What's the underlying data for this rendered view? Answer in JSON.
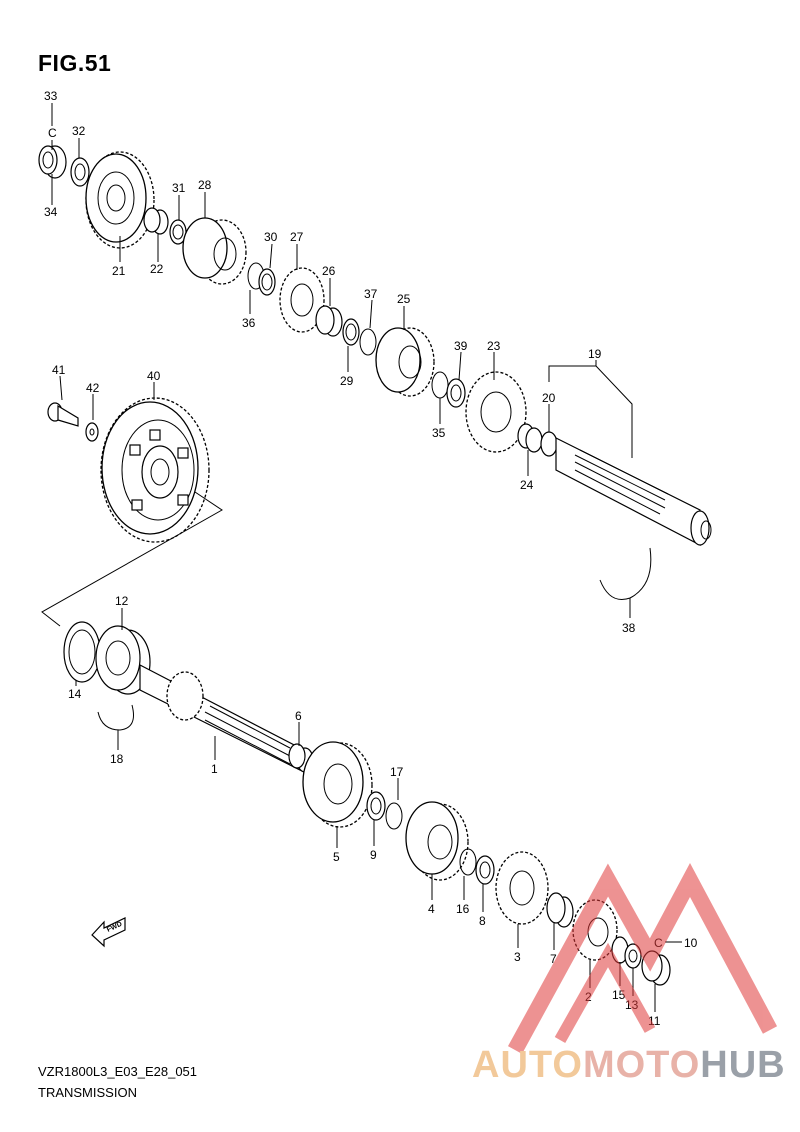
{
  "figure": {
    "title": "FIG.51"
  },
  "footer": {
    "code": "VZR1800L3_E03_E28_051",
    "name": "TRANSMISSION"
  },
  "fwd_label": "FWD",
  "watermark": {
    "part1": "AUTO",
    "part2": "MOTO",
    "part3": "HUB"
  },
  "colors": {
    "ink": "#000000",
    "watermark_red": "#e03a3a",
    "watermark_orange": "#f2c99a",
    "watermark_gray": "#9aa0a8"
  },
  "callouts": [
    "1",
    "2",
    "3",
    "4",
    "5",
    "6",
    "7",
    "8",
    "9",
    "10",
    "11",
    "12",
    "13",
    "14",
    "15",
    "16",
    "17",
    "18",
    "19",
    "20",
    "21",
    "22",
    "23",
    "24",
    "25",
    "26",
    "27",
    "28",
    "29",
    "30",
    "31",
    "32",
    "33",
    "34",
    "35",
    "36",
    "37",
    "38",
    "39",
    "40",
    "41",
    "42"
  ],
  "c_marks": [
    "C",
    "C"
  ]
}
